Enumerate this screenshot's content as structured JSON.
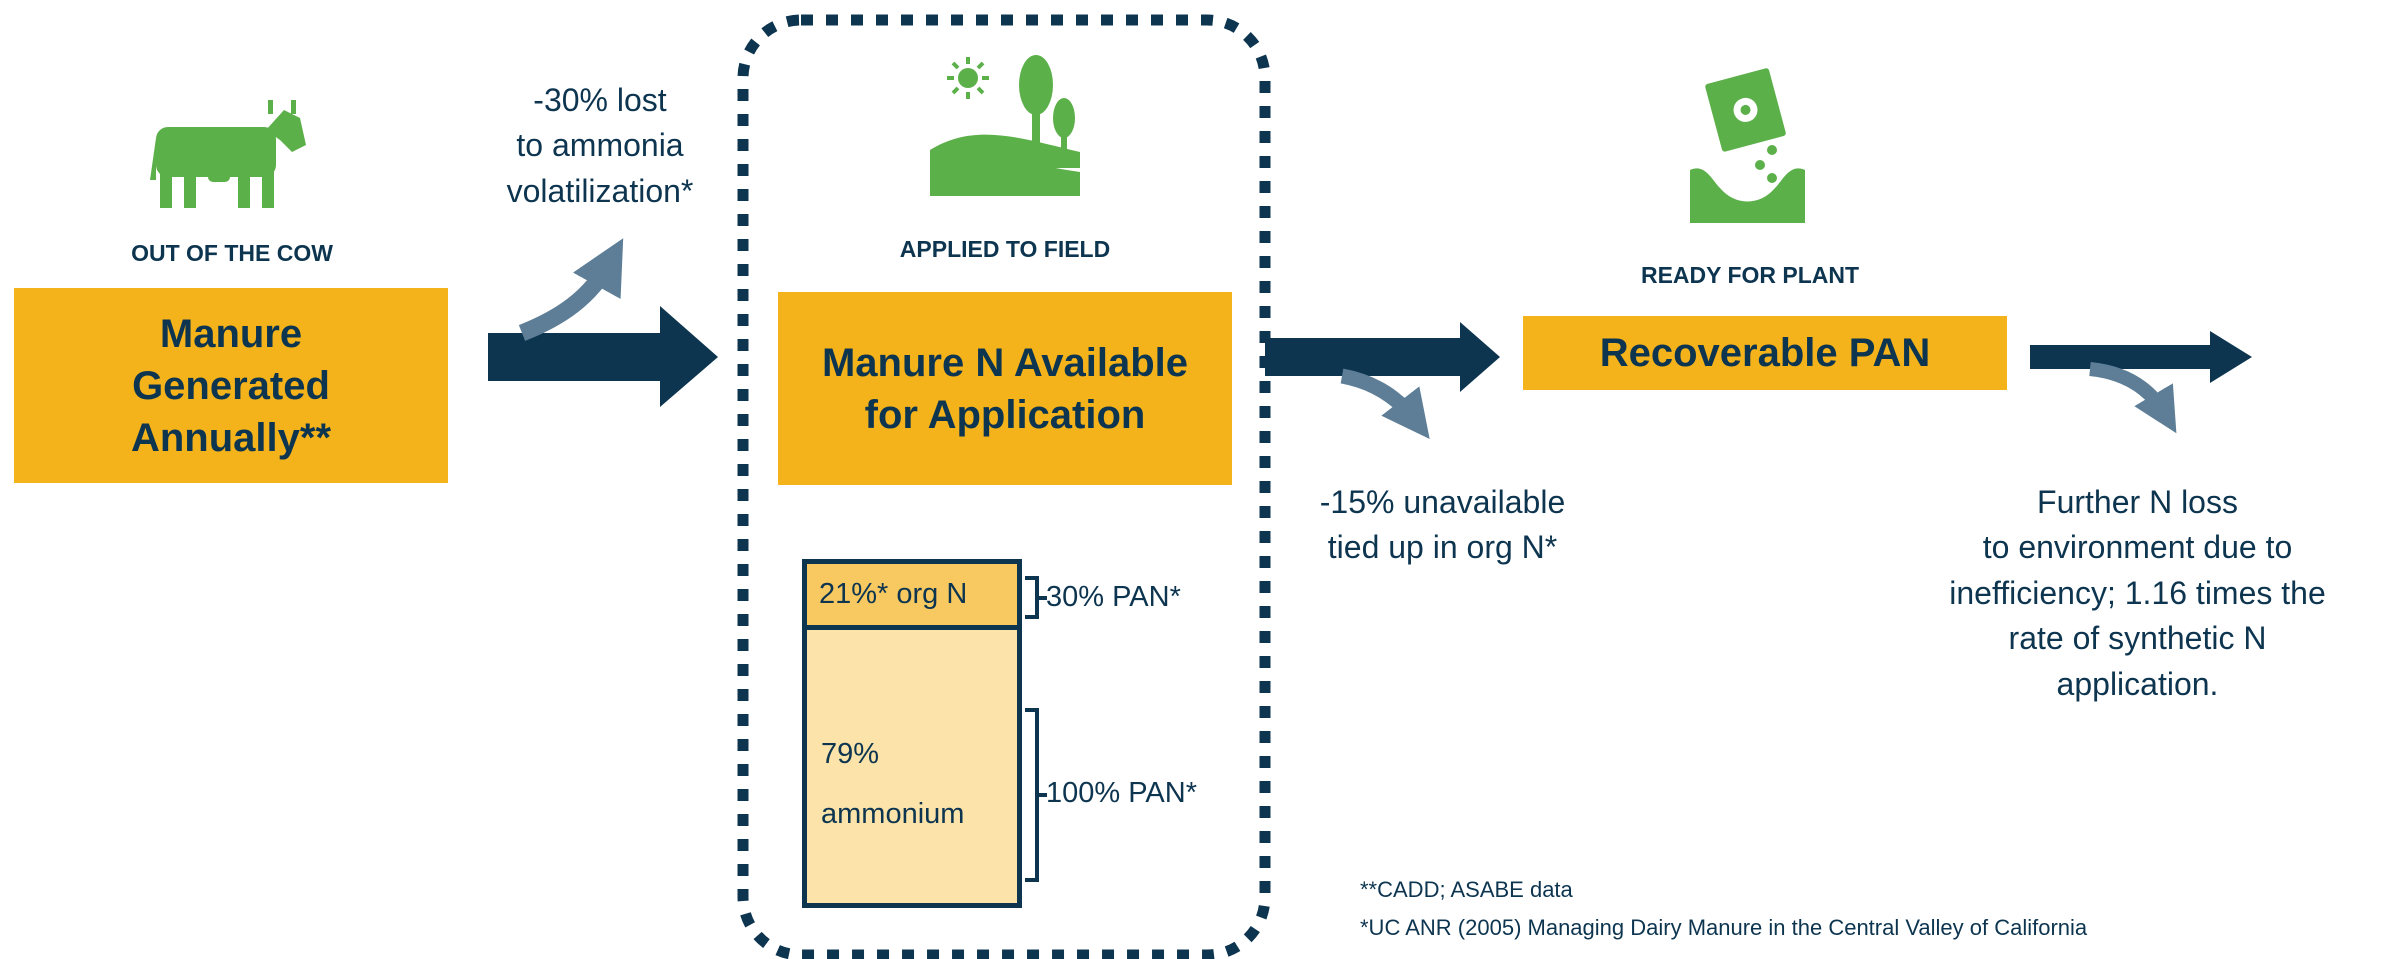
{
  "stages": {
    "cow": {
      "label": "OUT OF THE COW",
      "box": "Manure Generated Annually**"
    },
    "field": {
      "label": "APPLIED TO FIELD",
      "box": "Manure N Available for Application"
    },
    "plant": {
      "label": "READY FOR PLANT",
      "box": "Recoverable PAN"
    }
  },
  "losses": {
    "ammonia": [
      "-30% lost",
      "to ammonia",
      "volatilization*"
    ],
    "org_n": [
      "-15% unavailable",
      "tied up in org N*"
    ],
    "environment": [
      "Further N loss",
      "to environment due to",
      "inefficiency; 1.16 times the",
      "rate of synthetic N",
      "application."
    ]
  },
  "composition": {
    "org_n": {
      "label": "21%* org N",
      "percent": 21,
      "pan_label": "30% PAN*"
    },
    "ammonium": {
      "label_line1": "79%",
      "label_line2": "ammonium",
      "percent": 79,
      "pan_label": "100% PAN*"
    }
  },
  "references": [
    "**CADD; ASABE data",
    "*UC ANR (2005) Managing Dairy Manure in the Central Valley of California"
  ],
  "colors": {
    "navy": "#0d3550",
    "gold": "#f5b31b",
    "light_gold": "#fbe3a9",
    "green": "#5cb04a",
    "steel": "#5d7e96"
  },
  "icons": [
    "cow-icon",
    "landscape-icon",
    "fertilizer-icon"
  ]
}
